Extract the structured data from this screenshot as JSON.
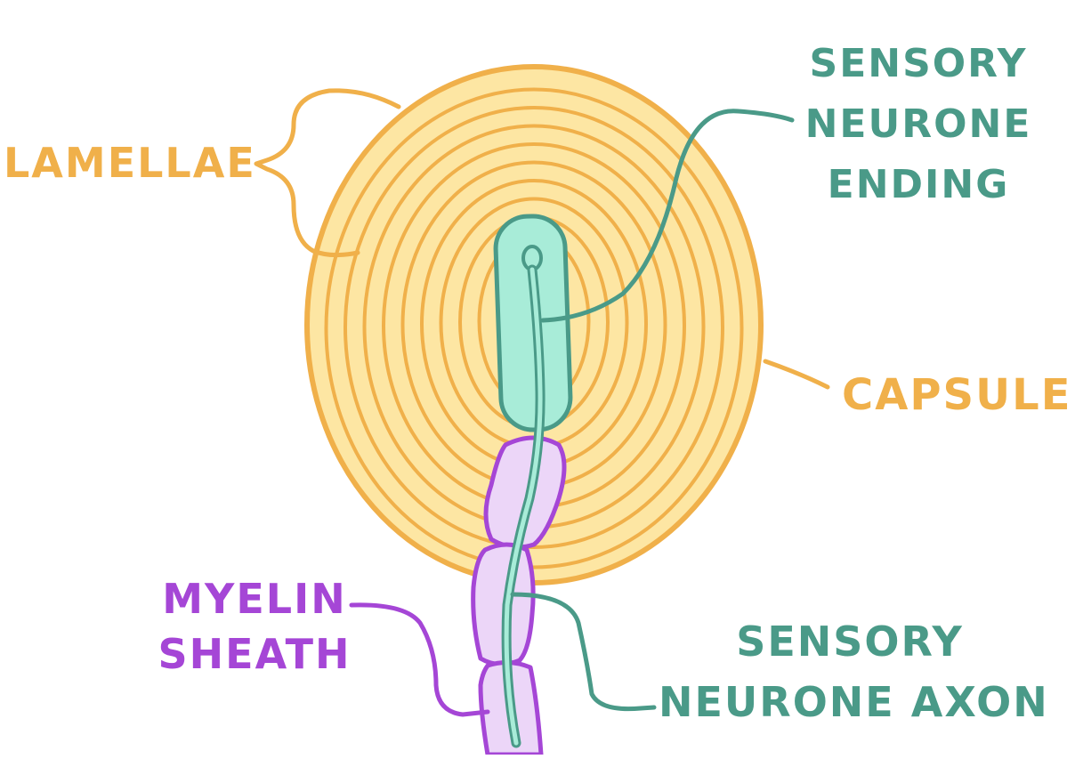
{
  "labels": {
    "lamellae": "LAMELLAE",
    "capsule": "CAPSULE",
    "sensory_ending": [
      "SENSORY",
      "NEURONE",
      "ENDING"
    ],
    "myelin": [
      "MYELIN",
      "SHEATH"
    ],
    "axon": [
      "SENSORY",
      "NEURONE AXON"
    ]
  },
  "colors": {
    "orange": "#f0b04a",
    "capsule_fill": "#fde6a3",
    "teal": "#4a9a88",
    "teal_fill": "#a8ecd8",
    "purple": "#a546d6",
    "purple_fill": "#ecd6f8"
  },
  "lamellae_ring_count": 9
}
